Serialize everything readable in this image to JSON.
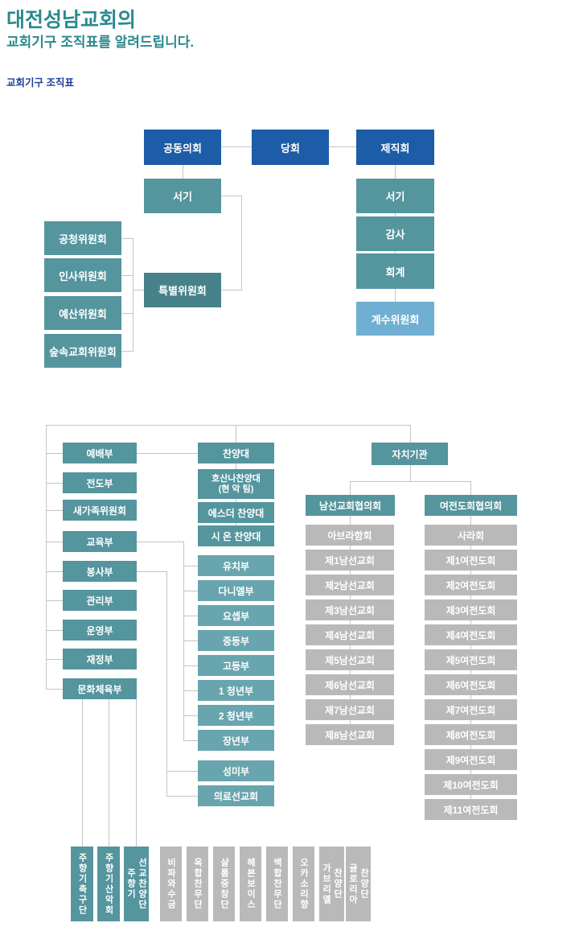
{
  "header": {
    "title": "대전성남교회의",
    "subtitle": "교회기구 조직표를 알려드립니다.",
    "section_label": "교회기구 조직표"
  },
  "colors": {
    "navy": "#1d5ca7",
    "teal": "#54959e",
    "teal_light": "#68a5ae",
    "teal_dark": "#47828b",
    "sky_blue": "#6fb0d2",
    "gray": "#b9b9b9",
    "connector_line": "#c4c4c4",
    "heading_teal": "#2a8a8e",
    "label_navy": "#1e3f9e"
  },
  "governance": {
    "congregational_meeting": "공동의회",
    "session": "당회",
    "officers_board": "제직회",
    "secretary_left": "서기",
    "special_committee": "특별위원회",
    "committees": [
      "공청위원회",
      "인사위원회",
      "예산위원회",
      "숲속교회위원회"
    ],
    "officers": [
      "서기",
      "감사",
      "회계"
    ],
    "counting_committee": "계수위원회"
  },
  "org": {
    "departments": [
      "예배부",
      "전도부",
      "새가족위원회",
      "교육부",
      "봉사부",
      "관리부",
      "운영부",
      "재정부",
      "문화체육부"
    ],
    "choir_head": "찬양대",
    "choirs": [
      "호산나찬양대\n(현 악 팀)",
      "에스더 찬양대",
      "시 온 찬양대"
    ],
    "education_groups": [
      "유치부",
      "다니엘부",
      "요셉부",
      "중등부",
      "고등부",
      "1 청년부",
      "2 청년부",
      "장년부"
    ],
    "service_groups": [
      "성미부",
      "의료선교회"
    ],
    "autonomy_head": "자치기관",
    "mens_council": "남선교회협의회",
    "mens_groups": [
      "아브라함회",
      "제1남선교회",
      "제2남선교회",
      "제3남선교회",
      "제4남선교회",
      "제5남선교회",
      "제6남선교회",
      "제7남선교회",
      "제8남선교회"
    ],
    "womens_council": "여전도회협의회",
    "womens_groups": [
      "사라회",
      "제1여전도회",
      "제2여전도회",
      "제3여전도회",
      "제4여전도회",
      "제5여전도회",
      "제6여전도회",
      "제7여전도회",
      "제8여전도회",
      "제9여전도회",
      "제10여전도회",
      "제11여전도회"
    ],
    "culture_teams": [
      "주향기축구단",
      "주향기산악회",
      "주향기\n선교찬양단"
    ],
    "gray_teams": [
      "비파와수금",
      "옥합찬무단",
      "샬롬중창단",
      "헤븐보이스",
      "백합찬무단",
      "오카소리향",
      "가브리엘\n찬양단",
      "글로리아\n찬양단"
    ]
  }
}
